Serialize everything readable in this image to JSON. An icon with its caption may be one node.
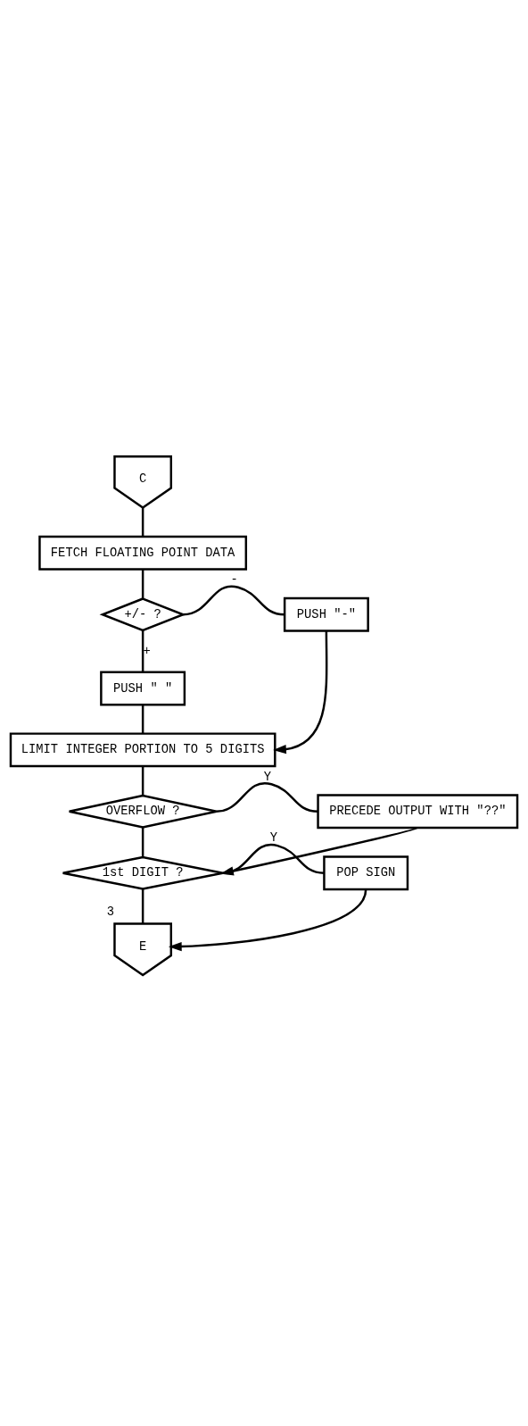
{
  "diagram": {
    "nodes": [
      {
        "text": [
          "C"
        ]
      },
      {
        "text": [
          "FETCH FLOATING POINT DATA"
        ]
      },
      {
        "text": [
          "+/- ?"
        ]
      },
      {
        "text": [
          "PUSH \"-\""
        ]
      },
      {
        "text": [
          "PUSH \" \""
        ]
      },
      {
        "text": [
          "LIMIT INTEGER PORTION TO 5 DIGITS"
        ]
      },
      {
        "text": [
          "OVERFLOW ?"
        ]
      },
      {
        "text": [
          "PRECEDE OUTPUT WITH \"??\""
        ]
      },
      {
        "text": [
          "1st DIGIT ?"
        ]
      },
      {
        "text": [
          "POP SIGN"
        ]
      },
      {
        "text": [
          "E"
        ],
        "beside": [
          "3"
        ]
      }
    ],
    "edges": [
      {
        "from": 0,
        "to": 1,
        "arrow": "none"
      },
      {
        "from": 1,
        "to": 2,
        "arrow": "none"
      },
      {
        "from": 2,
        "to": 3,
        "arrow": "none",
        "label": "-"
      },
      {
        "from": 2,
        "to": 4,
        "arrow": "none",
        "label": "+"
      },
      {
        "from": 4,
        "to": 5,
        "arrow": "none"
      },
      {
        "from": 3,
        "to": 5,
        "arrow": "to"
      },
      {
        "from": 5,
        "to": 6,
        "arrow": "none"
      },
      {
        "from": 6,
        "to": 7,
        "arrow": "none",
        "label": "Y"
      },
      {
        "from": 6,
        "to": 8,
        "arrow": "none"
      },
      {
        "from": 7,
        "to": 8,
        "arrow": "to"
      },
      {
        "from": 8,
        "to": 9,
        "arrow": "none",
        "label": "Y"
      },
      {
        "from": 8,
        "to": 10,
        "arrow": "none"
      },
      {
        "from": 9,
        "to": 10,
        "arrow": "to"
      }
    ]
  }
}
